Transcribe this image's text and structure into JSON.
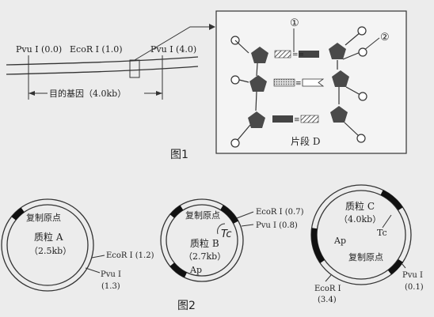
{
  "figure1": {
    "sites": [
      {
        "label": "Pvu Ⅰ (0.0)"
      },
      {
        "label": "EcoR Ⅰ (1.0)"
      },
      {
        "label": "Pvu Ⅰ (4.0)"
      }
    ],
    "gene_label": "目的基因（4.0kb）",
    "fragment_label": "片段 D",
    "marker_1": "①",
    "marker_2": "②",
    "caption": "图1"
  },
  "figure2": {
    "caption": "图2",
    "plasmid_a": {
      "name": "质粒 A",
      "size": "（2.5kb）",
      "ori_label": "复制原点",
      "ecori_label": "EcoR Ⅰ (1.2)",
      "pvui_label": "Pvu Ⅰ",
      "pvui_pos": "(1.3)"
    },
    "plasmid_b": {
      "name": "质粒 B",
      "size": "（2.7kb）",
      "ori_label": "复制原点",
      "ecori_label": "EcoR Ⅰ (0.7)",
      "pvui_label": "Pvu Ⅰ (0.8)",
      "tc_label": "Tc",
      "ap_label": "Ap"
    },
    "plasmid_c": {
      "name": "质粒 C",
      "size": "（4.0kb）",
      "tc_label": "Tc",
      "ap_label": "Ap",
      "ori_label": "复制原点",
      "pvui_label": "Pvu Ⅰ",
      "pvui_pos": "(0.1)",
      "ecori_label": "EcoR Ⅰ",
      "ecori_pos": "(3.4)"
    }
  }
}
